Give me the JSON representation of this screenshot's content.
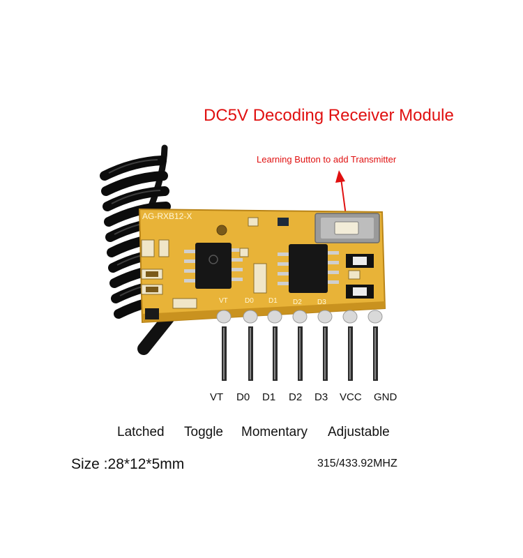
{
  "title": "DC5V Decoding Receiver Module",
  "callout": "Learning Button to add Transmitter",
  "board": {
    "model_text": "AG-RXB12-X",
    "silk_pins": [
      "VT",
      "D0",
      "D1",
      "D2",
      "D3"
    ]
  },
  "pins": [
    "VT",
    "D0",
    "D1",
    "D2",
    "D3",
    "VCC",
    "GND"
  ],
  "modes": [
    "Latched",
    "Toggle",
    "Momentary",
    "Adjustable"
  ],
  "size": "Size :28*12*5mm",
  "frequency": "315/433.92MHZ",
  "colors": {
    "accent": "#e01010",
    "board": "#e8b338",
    "text": "#111111"
  }
}
